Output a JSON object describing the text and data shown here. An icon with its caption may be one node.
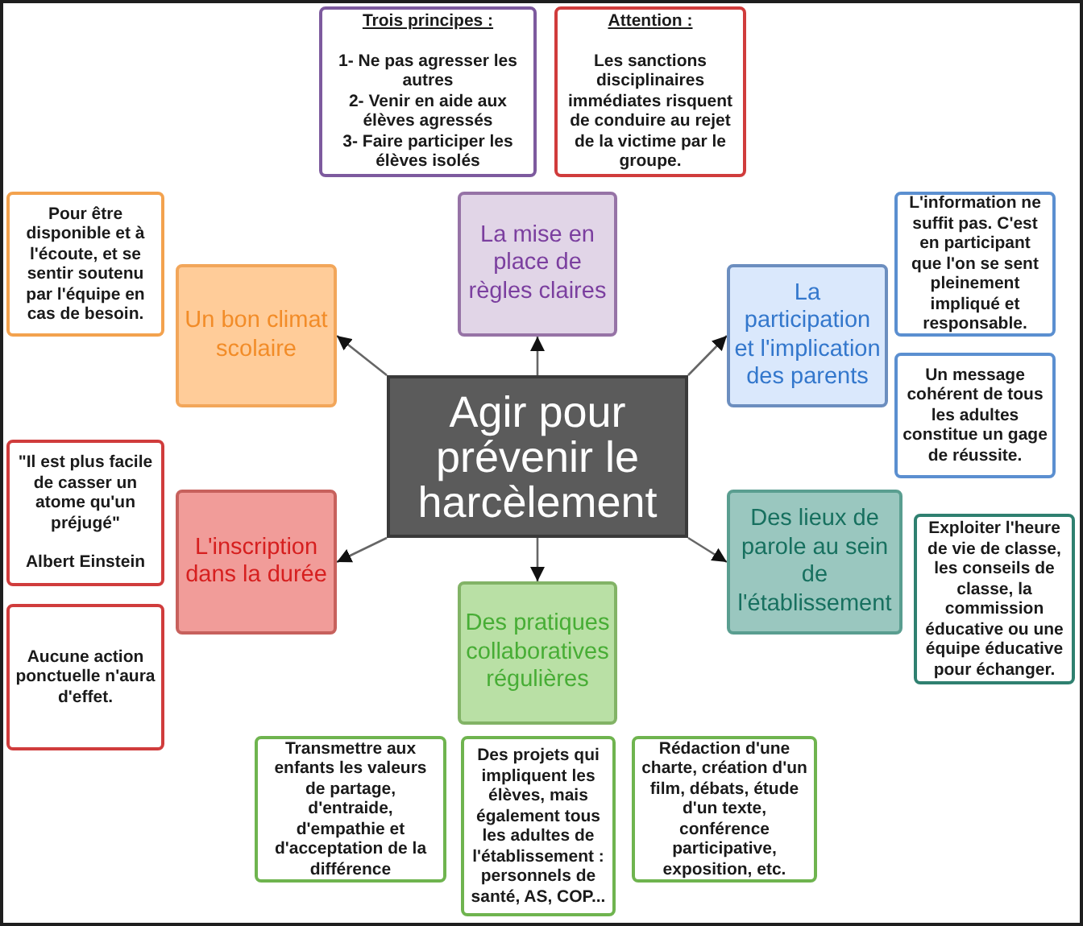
{
  "diagram": {
    "nodes": [
      {
        "text": [
          "Agir pour prévenir le harcèlement"
        ]
      },
      {
        "text": [
          "La mise en place de règles claires"
        ]
      },
      {
        "text": [
          "Trois principes :",
          "1- Ne pas agresser les autres",
          "2- Venir en aide aux élèves agressés",
          "3- Faire participer les élèves isolés"
        ]
      },
      {
        "text": [
          "Attention :",
          "Les sanctions disciplinaires immédiates risquent de conduire au rejet de la victime par le groupe."
        ]
      },
      {
        "text": [
          "La participation et l'implication des parents"
        ]
      },
      {
        "text": [
          "L'information ne suffit pas. C'est en participant que l'on se sent pleinement impliqué et responsable."
        ]
      },
      {
        "text": [
          "Un message cohérent de tous les adultes constitue un gage de réussite."
        ]
      },
      {
        "text": [
          "Des lieux de parole au sein de l'établissement"
        ]
      },
      {
        "text": [
          "Exploiter l'heure de vie de classe, les conseils de classe, la commission éducative ou une équipe éducative pour échanger."
        ]
      },
      {
        "text": [
          "Des pratiques collaboratives régulières"
        ]
      },
      {
        "text": [
          "Transmettre aux enfants les valeurs de partage, d'entraide, d'empathie et d'acceptation de la différence"
        ]
      },
      {
        "text": [
          "Des projets qui impliquent les élèves, mais également tous les adultes de l'établissement : personnels de santé, AS, COP..."
        ]
      },
      {
        "text": [
          "Rédaction d'une charte, création d'un film, débats, étude d'un texte, conférence participative, exposition, etc."
        ]
      },
      {
        "text": [
          "L'inscription dans la durée"
        ]
      },
      {
        "text": [
          "\"Il est plus facile de casser un atome qu'un préjugé\"",
          "Albert Einstein"
        ]
      },
      {
        "text": [
          "Aucune action ponctuelle n'aura d'effet."
        ]
      },
      {
        "text": [
          "Un bon climat scolaire"
        ]
      },
      {
        "text": [
          "Pour être disponible et à l'écoute, et se sentir soutenu par l'équipe en cas de besoin."
        ]
      }
    ],
    "edges": [
      {
        "from": 0,
        "to": 1,
        "arrow": "to"
      },
      {
        "from": 0,
        "to": 4,
        "arrow": "to"
      },
      {
        "from": 0,
        "to": 7,
        "arrow": "to"
      },
      {
        "from": 0,
        "to": 9,
        "arrow": "to"
      },
      {
        "from": 0,
        "to": 13,
        "arrow": "to"
      },
      {
        "from": 0,
        "to": 16,
        "arrow": "to"
      }
    ]
  }
}
